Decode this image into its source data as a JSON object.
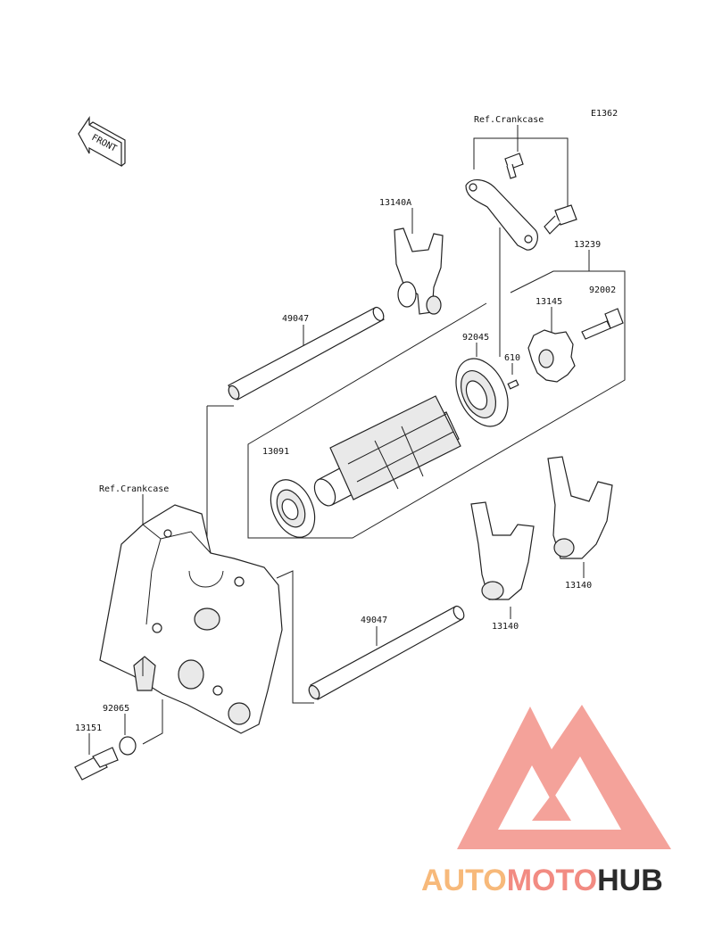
{
  "diagram": {
    "code": "E1362",
    "front_label": "FRONT",
    "ref_labels": [
      "Ref.Crankcase",
      "Ref.Crankcase"
    ],
    "parts": {
      "p13140A": "13140A",
      "p13239": "13239",
      "p92002": "92002",
      "p13145": "13145",
      "p49047_top": "49047",
      "p92045": "92045",
      "p610": "610",
      "p13091": "13091",
      "p13140_a": "13140",
      "p13140_b": "13140",
      "p49047_bottom": "49047",
      "p92065": "92065",
      "p13151": "13151"
    }
  },
  "watermark": {
    "parts": [
      "AUTO",
      "MOTO",
      "HUB"
    ],
    "colors": {
      "auto": "#f7b97a",
      "moto": "#f28b82",
      "hub": "#2b2b2b",
      "logo": "#f28b82"
    }
  }
}
